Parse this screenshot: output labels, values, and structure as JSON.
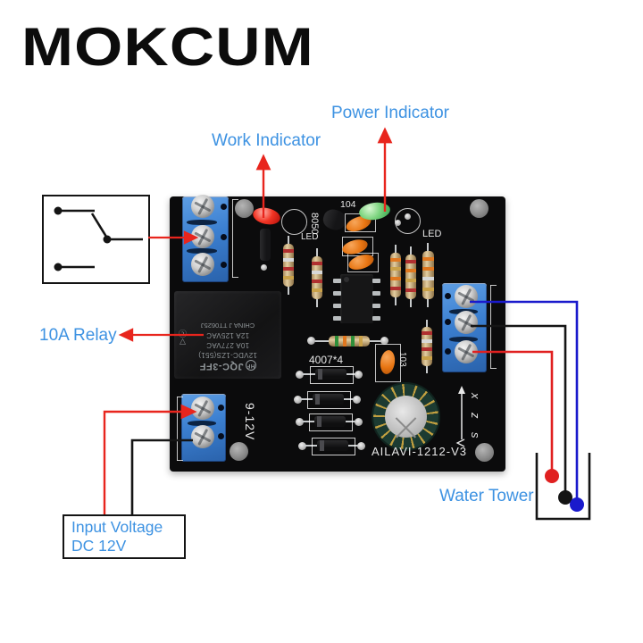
{
  "brand": {
    "logo": "MOKCUM"
  },
  "annotations": {
    "power_indicator": "Power Indicator",
    "work_indicator": "Work Indicator",
    "relay_label": "10A Relay",
    "water_tower": "Water Tower",
    "input_voltage_line1": "Input Voltage",
    "input_voltage_line2": "DC 12V"
  },
  "pcb": {
    "silkscreen": {
      "transistor": "8050",
      "cap_top": "104",
      "led_left": "LED",
      "led_right": "LED",
      "diode_group": "4007*4",
      "cap_mid": "103",
      "probe_labels": [
        "x",
        "z",
        "s"
      ],
      "input_range": "9-12V",
      "model": "AILAVI-1212-V3"
    },
    "relay": {
      "logo": "HF",
      "brand": "JQC-3FF",
      "model": "12VDC-1ZS(551)",
      "rating1": "10A 277VAC",
      "rating2": "12A 125VAC",
      "origin": "CHINA J TT0625J",
      "mark_vde": "▽",
      "mark_cqc": "ⓒ"
    }
  },
  "colors": {
    "label_blue": "#3d92e2",
    "arrow_red": "#e8251d",
    "wire_red": "#e02020",
    "wire_black": "#151515",
    "wire_blue": "#1a1acc",
    "pcb_black": "#0b0b0c",
    "terminal_blue": "#3b7fd0",
    "led_red": "#f23525",
    "led_green": "#7cd47f"
  }
}
